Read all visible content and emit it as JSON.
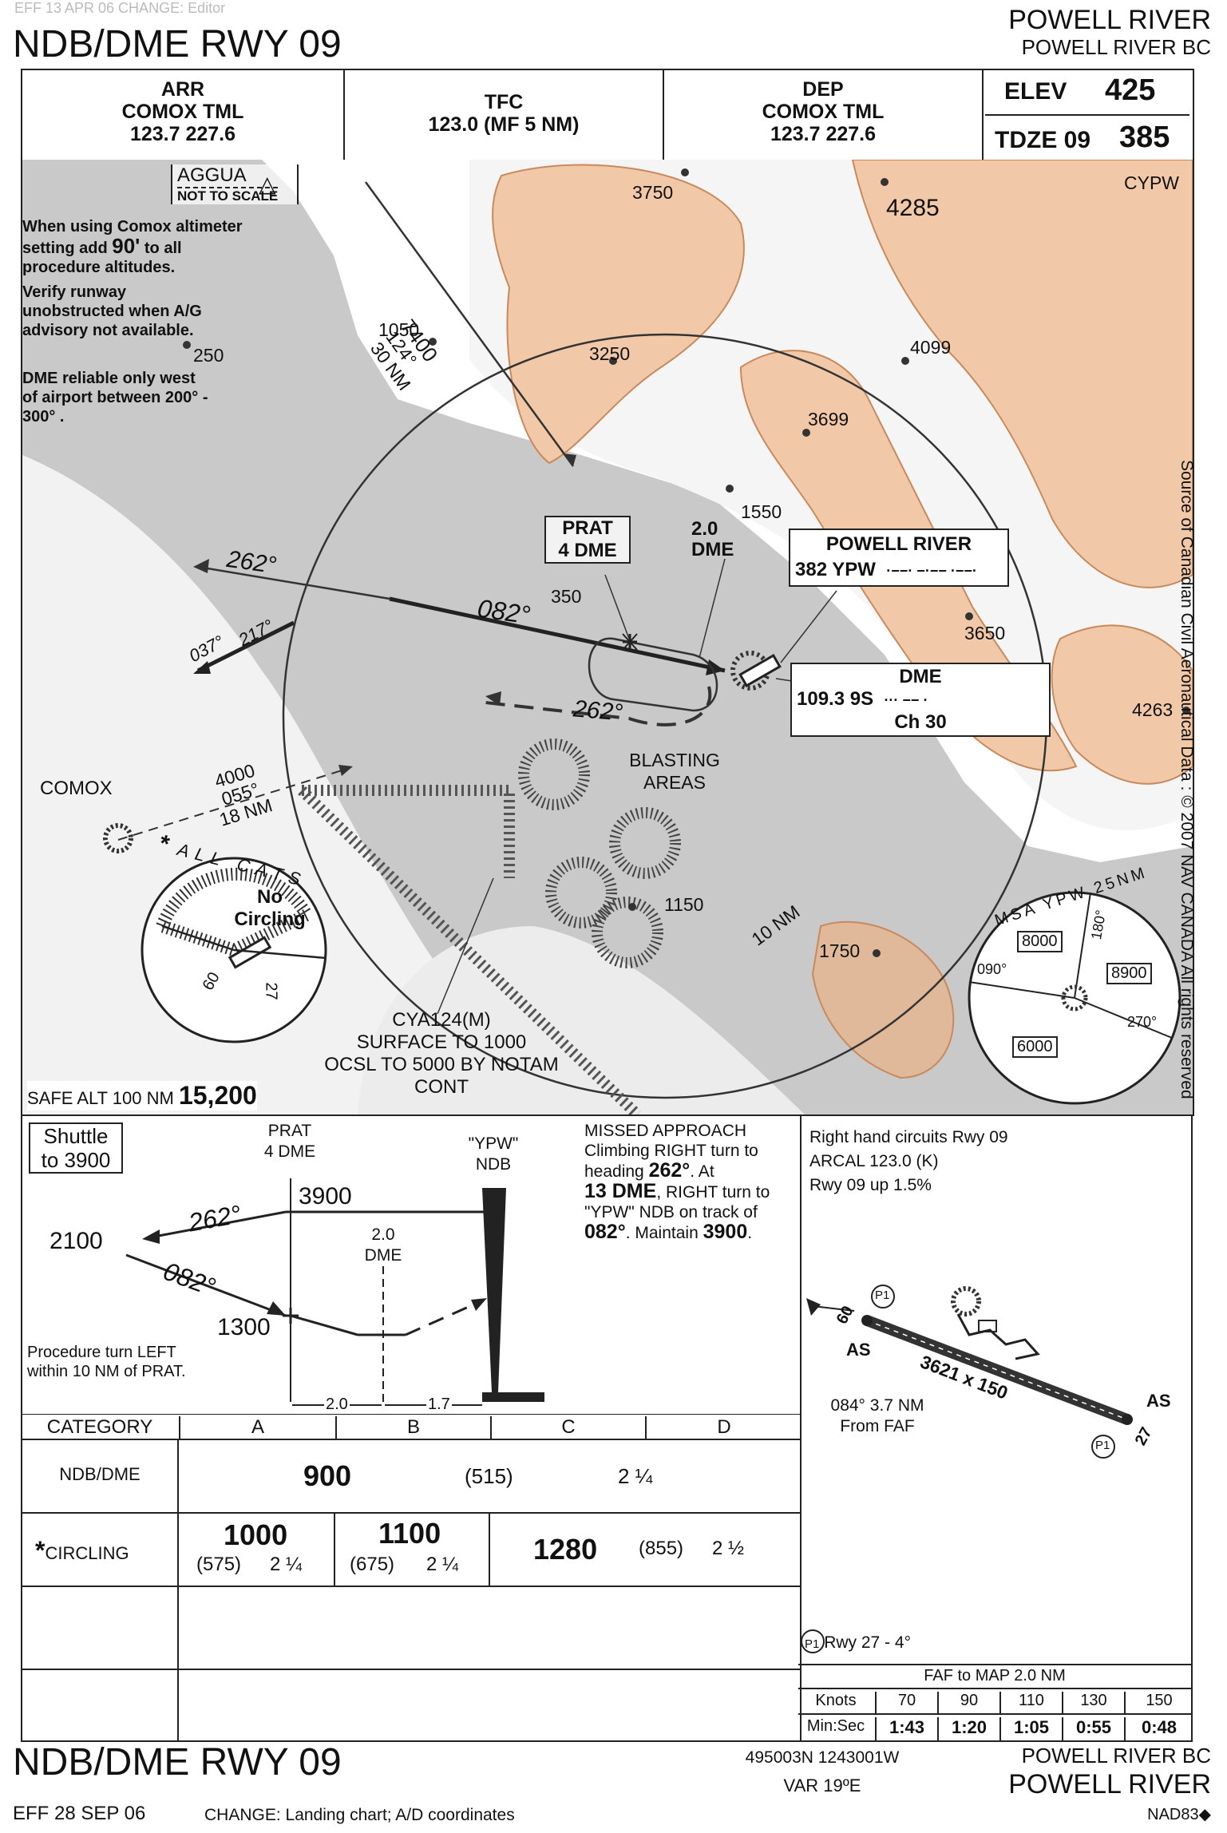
{
  "chart": {
    "ghost_text": "EFF 13 APR 06   CHANGE: Editor",
    "title": "NDB/DME RWY 09",
    "airport_name": "POWELL RIVER",
    "location": "POWELL RIVER BC",
    "side_note": "Source of Canadian Civil Aeronautical Data : © 2007 NAV CANADA All rights reserved"
  },
  "header": {
    "arr": {
      "label": "ARR",
      "facility": "COMOX TML",
      "freqs": "123.7  227.6"
    },
    "tfc": {
      "label": "TFC",
      "freq": "123.0 (MF 5 NM)"
    },
    "dep": {
      "label": "DEP",
      "facility": "COMOX TML",
      "freqs": "123.7  227.6"
    },
    "elev": {
      "label": "ELEV",
      "value": "425"
    },
    "tdze": {
      "label": "TDZE 09",
      "value": "385"
    }
  },
  "plan": {
    "aggua": {
      "name": "AGGUA",
      "note": "NOT TO SCALE"
    },
    "notes": [
      {
        "pre": "When using Comox altimeter setting add ",
        "emph": "90'",
        "post": " to all procedure altitudes."
      },
      {
        "pre": "Verify runway unobstructed when A/G advisory not available.",
        "emph": "",
        "post": ""
      },
      {
        "pre": "DME reliable only west of airport between 200° - 300° .",
        "emph": "",
        "post": ""
      }
    ],
    "spot_elevations": [
      "250",
      "1050",
      "3250",
      "3750",
      "4285",
      "4099",
      "3699",
      "1550",
      "350",
      "3650",
      "4263",
      "1150",
      "1750"
    ],
    "ident_cypw": "CYPW",
    "feeder": {
      "alt": "7400",
      "course": "124°",
      "dist": "30 NM"
    },
    "comox": {
      "name": "COMOX",
      "alt": "4000",
      "course": "055°",
      "dist": "18 NM"
    },
    "prat_box": {
      "name": "PRAT",
      "dme": "4 DME"
    },
    "dme_fix": {
      "dist": "2.0",
      "label": "DME"
    },
    "courses": {
      "inbound": "082°",
      "outbound": "262°",
      "missed": "262°",
      "pt_out": "037°",
      "pt_in": "217°"
    },
    "ndb_box": {
      "name": "POWELL RIVER",
      "freq": "382 YPW",
      "morse": "·−−·  −·−−  ·−−·"
    },
    "dme_box": {
      "title": "DME",
      "freq": "109.3  9S",
      "morse": "···  −−  ·",
      "ch": "Ch 30"
    },
    "blasting": "BLASTING AREAS",
    "ring_label": "10 NM",
    "all_cats": "ALL CATS",
    "no_circling": "No Circling",
    "rwy_labels": [
      "60",
      "27"
    ],
    "cya": [
      "CYA124(M)",
      "SURFACE TO 1000",
      "OCSL TO 5000 BY NOTAM",
      "CONT"
    ],
    "safe_alt": {
      "label": "SAFE ALT 100 NM",
      "value": "15,200"
    },
    "msa": {
      "title": "MSA YPW 25NM",
      "brgs": [
        "180°",
        "090°",
        "270°"
      ],
      "alts": [
        "8000",
        "8900",
        "6000"
      ]
    }
  },
  "profile": {
    "shuttle": [
      "Shuttle",
      "to 3900"
    ],
    "prat": [
      "PRAT",
      "4 DME"
    ],
    "ypw": [
      "\"YPW\"",
      "NDB"
    ],
    "alt_3900": "3900",
    "alt_2100": "2100",
    "alt_1300": "1300",
    "dme2": [
      "2.0",
      "DME"
    ],
    "crs_out": "262°",
    "crs_in": "082°",
    "pt_note": [
      "Procedure turn LEFT",
      "within 10 NM of PRAT."
    ],
    "dist_1": "2.0",
    "dist_2": "1.7",
    "missed": [
      "MISSED APPROACH",
      "Climbing RIGHT turn to",
      "heading ",
      "262°",
      ". At",
      "13 DME",
      ", RIGHT turn to",
      "\"YPW\" NDB on track of",
      "082°",
      ". Maintain ",
      "3900",
      "."
    ]
  },
  "info": {
    "lines": [
      "Right hand circuits Rwy 09",
      "ARCAL 123.0 (K)",
      "Rwy 09 up 1.5%"
    ],
    "rwy_dims": "3621 x 150",
    "ends": [
      "60",
      "27"
    ],
    "as": "AS",
    "p1": "P1",
    "from_faf": [
      "084° 3.7 NM",
      "From FAF"
    ],
    "p1_note": "Rwy 27 - 4°"
  },
  "minima": {
    "headers": [
      "CATEGORY",
      "A",
      "B",
      "C",
      "D"
    ],
    "ndb_row": {
      "label": "NDB/DME",
      "mda": "900",
      "haa": "(515)",
      "vis": "2 ¼"
    },
    "circ_row": {
      "label": "CIRCLING",
      "star": "*",
      "a": {
        "mda": "1000",
        "haa": "(575)",
        "vis": "2 ¼"
      },
      "b": {
        "mda": "1100",
        "haa": "(675)",
        "vis": "2 ¼"
      },
      "cd": {
        "mda": "1280",
        "haa": "(855)",
        "vis": "2 ½"
      }
    }
  },
  "timing": {
    "title": "FAF to MAP 2.0 NM",
    "knots_label": "Knots",
    "minsec_label": "Min:Sec",
    "knots": [
      "70",
      "90",
      "110",
      "130",
      "150"
    ],
    "times": [
      "1:43",
      "1:20",
      "1:05",
      "0:55",
      "0:48"
    ]
  },
  "footer": {
    "title": "NDB/DME RWY 09",
    "eff": "EFF 28 SEP 06",
    "change": "CHANGE: Landing chart; A/D coordinates",
    "coords": "495003N  1243001W",
    "var": "VAR 19ºE",
    "location": "POWELL RIVER BC",
    "airport": "POWELL RIVER",
    "datum": "NAD83",
    "datum_mark": "◆"
  }
}
